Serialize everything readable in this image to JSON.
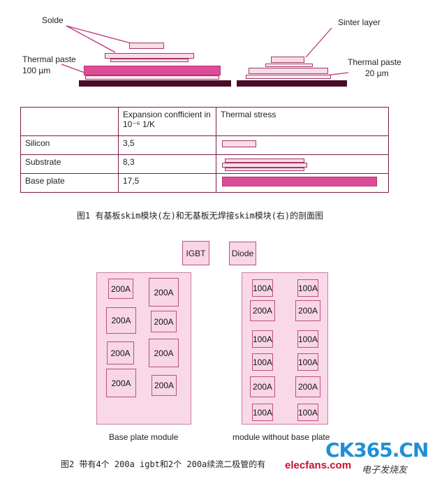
{
  "fig1": {
    "labels": {
      "solde": "Solde",
      "thermal_paste_left": "Thermal paste",
      "thermal_paste_left_value": "100 µm",
      "sinter_layer": "Sinter layer",
      "thermal_paste_right": "Thermal paste",
      "thermal_paste_right_value": "20 µm"
    },
    "table": {
      "header": [
        "",
        "Expansion confficient in 10⁻⁶ 1/K",
        "Thermal stress"
      ],
      "rows": [
        {
          "material": "Silicon",
          "value": "3,5"
        },
        {
          "material": "Substrate",
          "value": "8,3"
        },
        {
          "material": "Base plate",
          "value": "17,5"
        }
      ]
    },
    "caption": "图1 有基板skim模块(左)和无基板无焊接skim模块(右)的剖面图"
  },
  "fig2": {
    "legend": {
      "igbt": "IGBT",
      "diode": "Diode"
    },
    "left_module": {
      "label": "Base plate module",
      "chips": [
        "200A",
        "200A",
        "200A",
        "200A",
        "200A",
        "200A",
        "200A",
        "200A"
      ]
    },
    "right_module": {
      "label": "module without base plate",
      "chips": [
        "100A",
        "100A",
        "200A",
        "200A",
        "100A",
        "100A",
        "100A",
        "100A",
        "200A",
        "200A",
        "100A",
        "100A"
      ]
    },
    "caption": "图2 带有4个 200a igbt和2个 200a续流二极管的有"
  },
  "watermark": {
    "site": "elecfans.com",
    "brand": "CK365.CN",
    "cn": "电子发烧友"
  },
  "colors": {
    "accent": "#dd4d97",
    "dark": "#4a0b26",
    "light": "#f9dcea"
  }
}
